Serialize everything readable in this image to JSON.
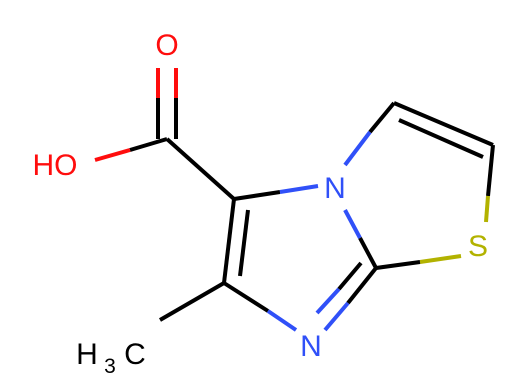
{
  "molecule": {
    "atoms": {
      "oxygen_carbonyl": "O",
      "hydroxyl": "HO",
      "nitrogen_bridge": "N",
      "nitrogen_ring": "N",
      "sulfur": "S",
      "methyl_h": "H",
      "methyl_sub": "3",
      "methyl_c": "C"
    },
    "colors": {
      "oxygen": "#ff0d0d",
      "nitrogen": "#3050f8",
      "sulfur": "#b2b200",
      "carbon": "#000000",
      "hydrogen": "#000000"
    }
  }
}
